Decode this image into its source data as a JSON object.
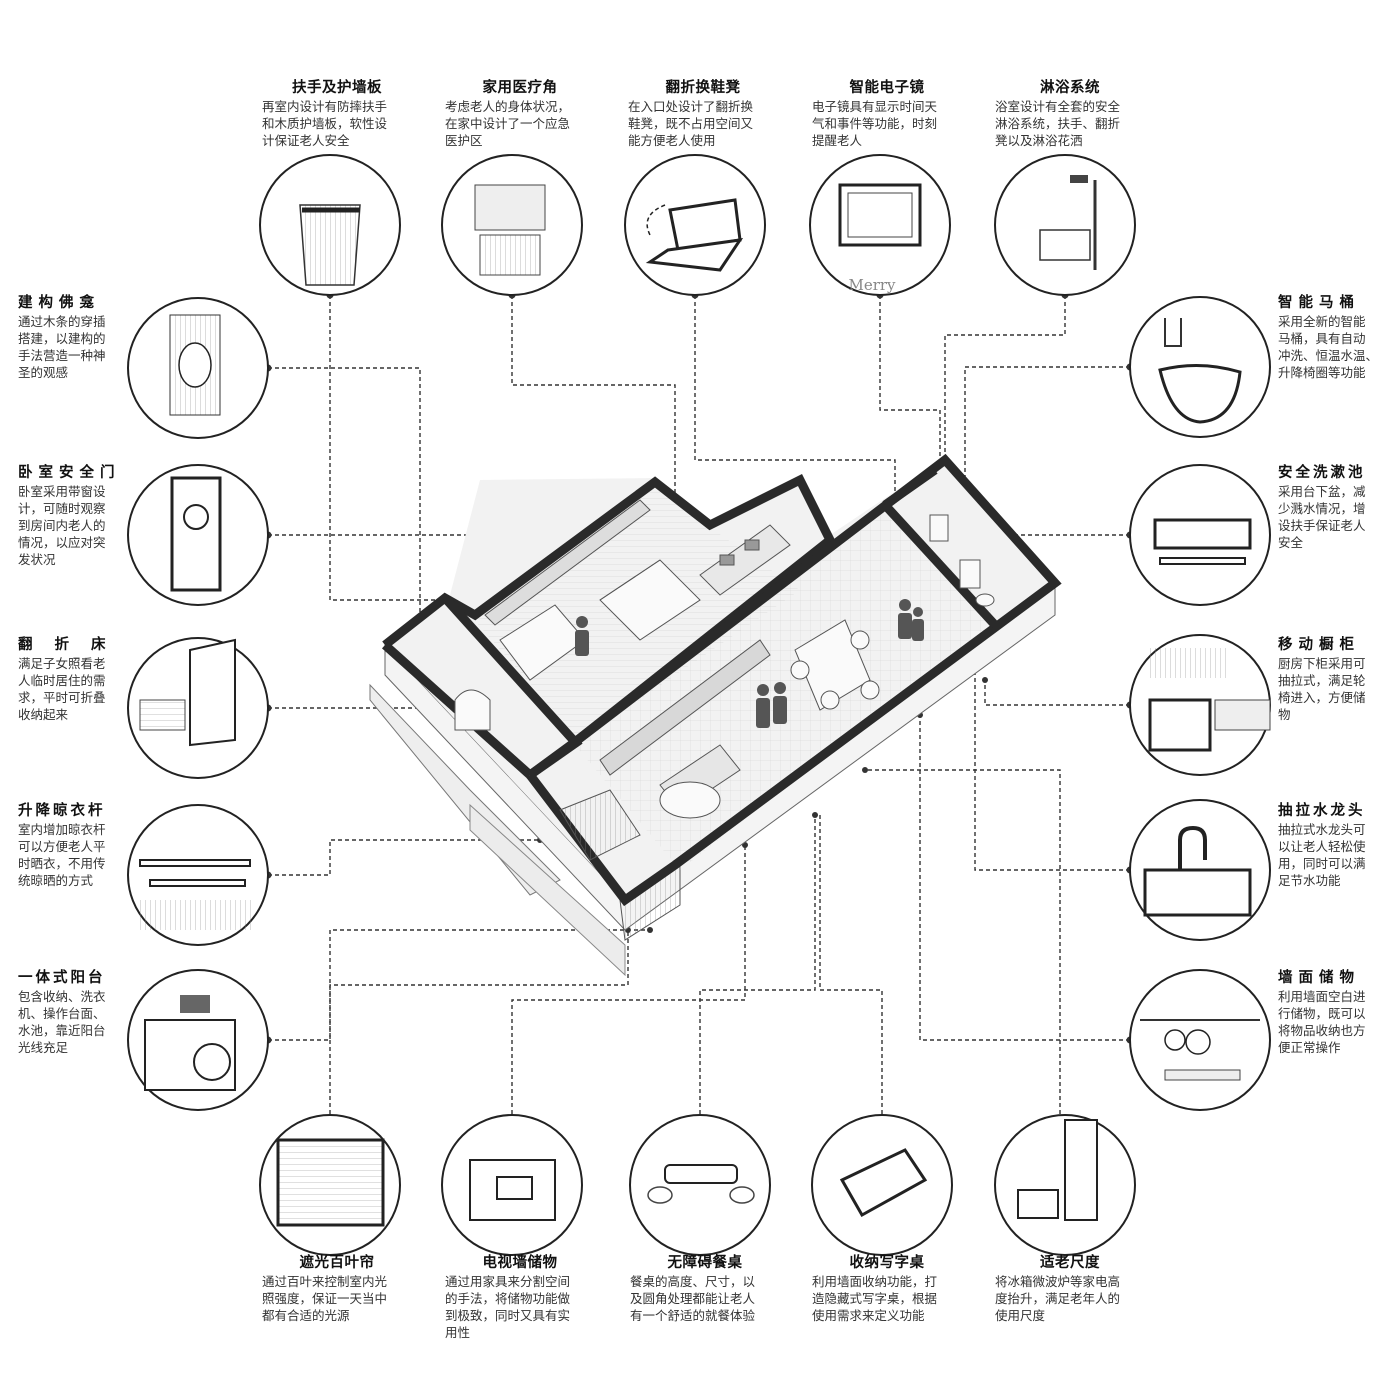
{
  "colors": {
    "line": "#222222",
    "wall": "#2a2a2a",
    "fill": "#f0f0f0",
    "figure": "#555555"
  },
  "features": {
    "handrail": {
      "title": "扶手及护墙板",
      "desc": "再室内设计有防摔扶手\n和木质护墙板，软性设\n计保证老人安全"
    },
    "medical": {
      "title": "家用医疗角",
      "desc": "考虑老人的身体状况，\n在家中设计了一个应急\n医护区"
    },
    "shoe_bench": {
      "title": "翻折换鞋凳",
      "desc": "在入口处设计了翻折换\n鞋凳，既不占用空间又\n能方便老人使用"
    },
    "mirror": {
      "title": "智能电子镜",
      "desc": "电子镜具有显示时间天\n气和事件等功能，时刻\n提醒老人",
      "screen_text": "Merry"
    },
    "shower": {
      "title": "淋浴系统",
      "desc": "浴室设计有全套的安全\n淋浴系统，扶手、翻折\n凳以及淋浴花洒"
    },
    "niche": {
      "title": "建构佛龛",
      "desc": "通过木条的穿插\n搭建，以建构的\n手法营造一种神\n圣的观感"
    },
    "bedroom_door": {
      "title": "卧室安全门",
      "desc": "卧室采用带窗设\n计，可随时观察\n到房间内老人的\n情况，以应对突\n发状况"
    },
    "folding_bed": {
      "title": "翻折床",
      "desc": "满足子女照看老\n人临时居住的需\n求，平时可折叠\n收纳起来"
    },
    "drying_rack": {
      "title": "升降晾衣杆",
      "desc": "室内增加晾衣杆\n可以方便老人平\n时晒衣，不用传\n统晾晒的方式"
    },
    "balcony": {
      "title": "一体式阳台",
      "desc": "包含收纳、洗衣\n机、操作台面、\n水池，靠近阳台\n光线充足"
    },
    "toilet": {
      "title": "智能马桶",
      "desc": "采用全新的智能\n马桶，具有自动\n冲洗、恒温水温、\n升降椅圈等功能"
    },
    "washbasin": {
      "title": "安全洗漱池",
      "desc": "采用台下盆，减\n少溅水情况，增\n设扶手保证老人\n安全"
    },
    "cabinet": {
      "title": "移动橱柜",
      "desc": "厨房下柜采用可\n抽拉式，满足轮\n椅进入，方便储\n物"
    },
    "faucet": {
      "title": "抽拉水龙头",
      "desc": "抽拉式水龙头可\n以让老人轻松使\n用，同时可以满\n足节水功能"
    },
    "wall_storage": {
      "title": "墙面储物",
      "desc": "利用墙面空白进\n行储物，既可以\n将物品收纳也方\n便正常操作"
    },
    "blinds": {
      "title": "遮光百叶帘",
      "desc": "通过百叶来控制室内光\n照强度，保证一天当中\n都有合适的光源"
    },
    "tv_wall": {
      "title": "电视墙储物",
      "desc": "通过用家具来分割空间\n的手法，将储物功能做\n到极致，同时又具有实\n用性"
    },
    "dining": {
      "title": "无障碍餐桌",
      "desc": "餐桌的高度、尺寸，以\n及圆角处理都能让老人\n有一个舒适的就餐体验"
    },
    "desk": {
      "title": "收纳写字桌",
      "desc": "利用墙面收纳功能，打\n造隐藏式写字桌，根据\n使用需求来定义功能"
    },
    "aging_scale": {
      "title": "适老尺度",
      "desc": "将冰箱微波炉等家电高\n度抬升，满足老年人的\n使用尺度"
    }
  }
}
